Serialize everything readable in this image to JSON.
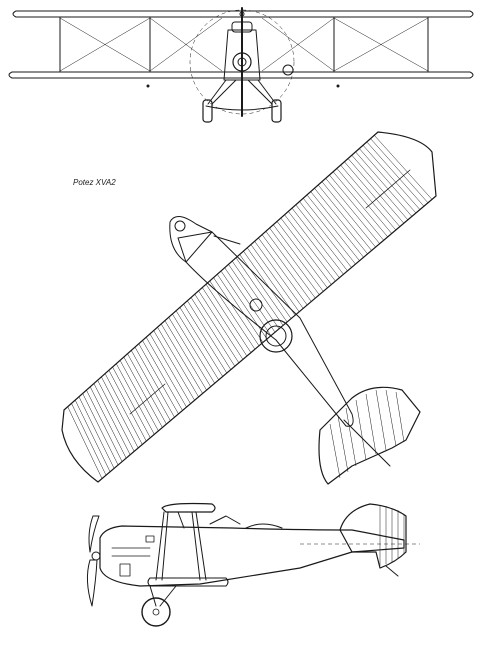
{
  "drawing": {
    "caption": "Potez XVA2",
    "views": [
      "front-view",
      "plan-view",
      "side-view"
    ]
  },
  "colors": {
    "ink": "#1a1a1a",
    "paper": "#ffffff"
  }
}
